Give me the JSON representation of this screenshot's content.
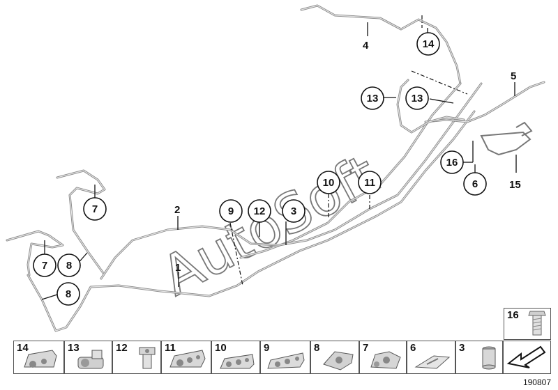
{
  "watermark": "AutoSoft",
  "diagram_code": "190807",
  "callouts": [
    {
      "id": "c4",
      "label": "4"
    },
    {
      "id": "c14",
      "label": "14"
    },
    {
      "id": "c5",
      "label": "5"
    },
    {
      "id": "c13a",
      "label": "13"
    },
    {
      "id": "c13b",
      "label": "13"
    },
    {
      "id": "c16",
      "label": "16"
    },
    {
      "id": "c6",
      "label": "6"
    },
    {
      "id": "c15",
      "label": "15"
    },
    {
      "id": "c10",
      "label": "10"
    },
    {
      "id": "c11",
      "label": "11"
    },
    {
      "id": "c2",
      "label": "2"
    },
    {
      "id": "c9",
      "label": "9"
    },
    {
      "id": "c12",
      "label": "12"
    },
    {
      "id": "c3",
      "label": "3"
    },
    {
      "id": "c7a",
      "label": "7"
    },
    {
      "id": "c7b",
      "label": "7"
    },
    {
      "id": "c8a",
      "label": "8"
    },
    {
      "id": "c8b",
      "label": "8"
    },
    {
      "id": "c1",
      "label": "1"
    }
  ],
  "parts_bar": [
    "14",
    "13",
    "12",
    "11",
    "10",
    "9",
    "8",
    "7",
    "6",
    "3"
  ],
  "bolt_box_label": "16"
}
